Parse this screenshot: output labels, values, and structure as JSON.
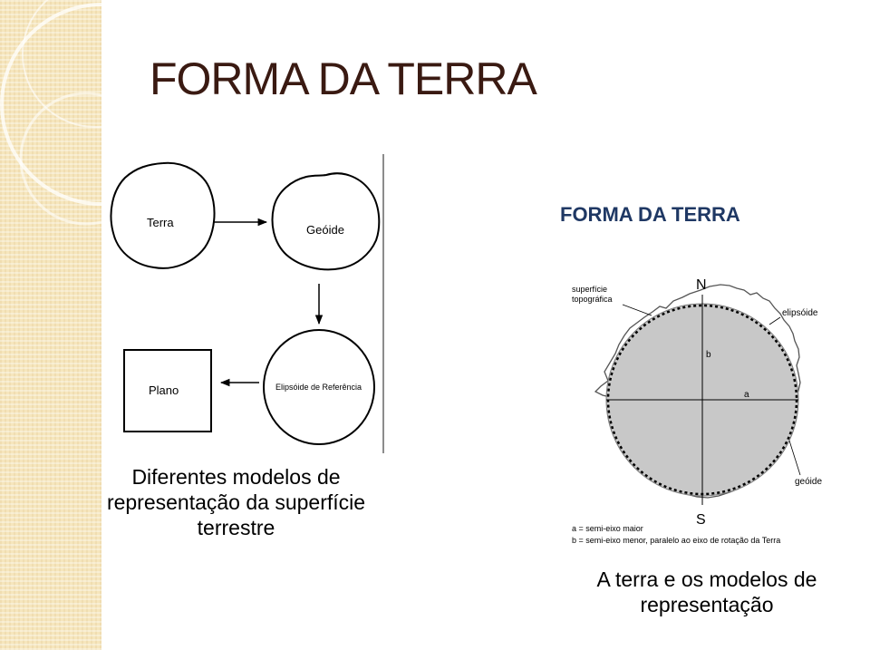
{
  "slide": {
    "title": "FORMA DA TERRA",
    "subtitle": "FORMA DA TERRA"
  },
  "left_figure": {
    "labels": {
      "terra": "Terra",
      "geoide": "Geóide",
      "elipsoide": "Elipsóide de Referência",
      "plano": "Plano"
    },
    "caption": [
      "Diferentes modelos de",
      "representação da superfície",
      "terrestre"
    ]
  },
  "right_figure": {
    "labels": {
      "north": "N",
      "south": "S",
      "b": "b",
      "a": "a",
      "superficie_line1": "superfície",
      "superficie_line2": "topográfica",
      "elipsoide": "elipsóide",
      "geoide": "geóide",
      "legend_a": "a = semi-eixo maior",
      "legend_b": "b = semi-eixo menor, paralelo ao eixo de rotação da Terra"
    },
    "caption": [
      "A terra e os modelos de",
      "representação"
    ]
  },
  "colors": {
    "title": "#3a1a12",
    "subtitle": "#1f3864",
    "sidebar": "#f6e6bd",
    "ellipsoid_fill": "#c8c8c8"
  }
}
